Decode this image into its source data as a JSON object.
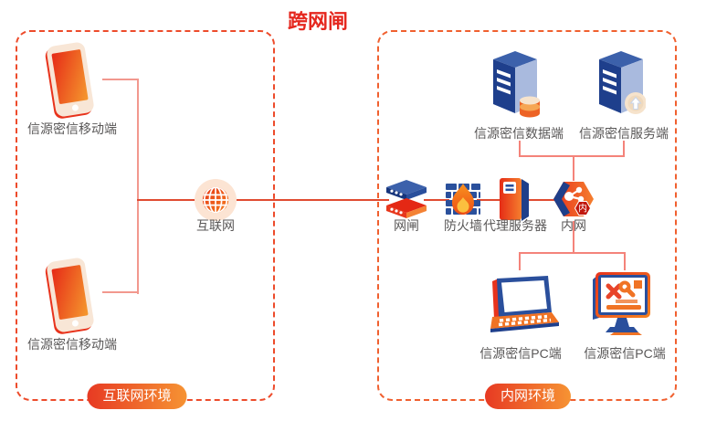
{
  "title": "跨网闸",
  "colors": {
    "accent_red": "#e5271e",
    "accent_orange": "#f57f2e",
    "brand_blue": "#1f3f8a",
    "dashed_border": "#ed4b2b",
    "connector": "#e04b31",
    "connector_light": "#f2988e",
    "badge_gradient_start": "#e73a23",
    "badge_gradient_end": "#f69333",
    "label_text": "#595757"
  },
  "internet_zone": {
    "badge_label": "互联网环境",
    "mobile_top_label": "信源密信移动端",
    "mobile_bottom_label": "信源密信移动端",
    "internet_label": "互联网"
  },
  "intranet_zone": {
    "badge_label": "内网环境",
    "data_server_label": "信源密信数据端",
    "service_server_label": "信源密信服务端",
    "gateway_label": "网闸",
    "firewall_label": "防火墙",
    "proxy_label": "代理服务器",
    "intranet_label": "内网",
    "intranet_badge_glyph": "内",
    "pc_laptop_label": "信源密信PC端",
    "pc_desktop_label": "信源密信PC端"
  }
}
